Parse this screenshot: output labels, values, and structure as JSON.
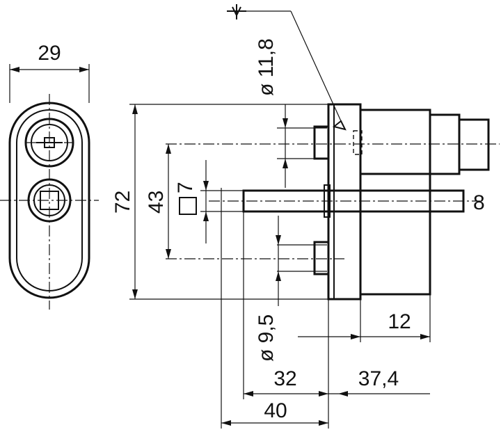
{
  "dimensions": {
    "width_top": "29",
    "height_overall": "72",
    "height_hole_spacing": "43",
    "square_size": "7",
    "diameter_upper": "ø 11,8",
    "diameter_lower": "ø 9,5",
    "shaft_size": "8",
    "body_length": "12",
    "length_32": "32",
    "length_37_4": "37,4",
    "length_40": "40"
  },
  "symbols": {
    "surface_mark": "surface-finish-icon"
  }
}
